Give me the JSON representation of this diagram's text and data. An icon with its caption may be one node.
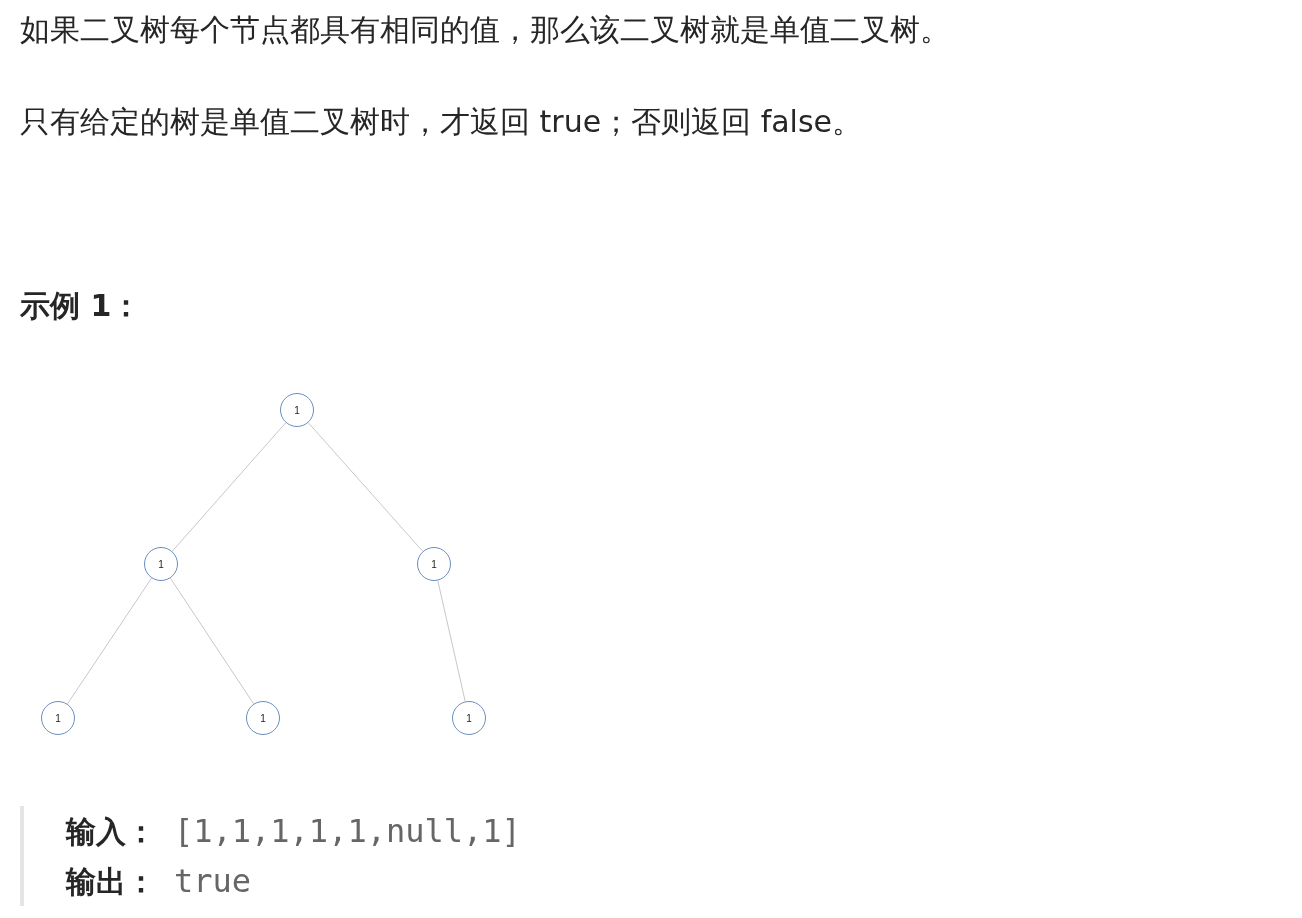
{
  "diagram": {
    "nodes": [
      {
        "text": [
          "1"
        ]
      },
      {
        "text": [
          "1"
        ]
      },
      {
        "text": [
          "1"
        ]
      },
      {
        "text": [
          "1"
        ]
      },
      {
        "text": [
          "1"
        ]
      },
      {
        "text": [
          "1"
        ]
      }
    ],
    "edges": [
      {
        "from": 0,
        "to": 1,
        "arrow": "none"
      },
      {
        "from": 0,
        "to": 2,
        "arrow": "none"
      },
      {
        "from": 1,
        "to": 3,
        "arrow": "none"
      },
      {
        "from": 1,
        "to": 4,
        "arrow": "none"
      },
      {
        "from": 2,
        "to": 5,
        "arrow": "none"
      }
    ],
    "labels": [
      "如果二叉树每个节点都具有相同的值，那么该二叉树就是单值二叉树。",
      "只有给定的树是单值二叉树时，才返回 true；否则返回 false。",
      "示例 1：",
      "输入：",
      "[1,1,1,1,1,null,1]",
      "输出：",
      "true"
    ]
  }
}
